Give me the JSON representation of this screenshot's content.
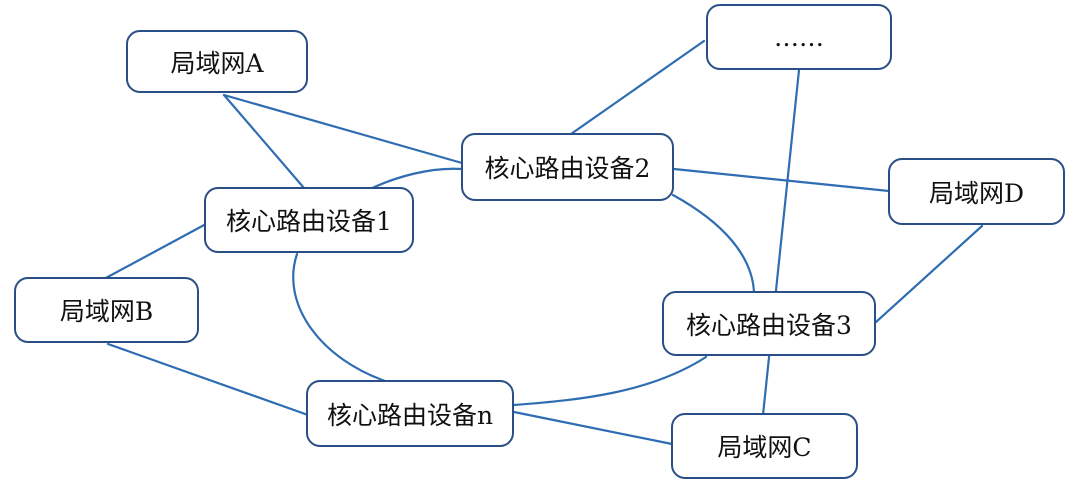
{
  "diagram": {
    "nodes": {
      "lan_a": "局域网A",
      "lan_b": "局域网B",
      "lan_c": "局域网C",
      "lan_d": "局域网D",
      "core_1": "核心路由设备1",
      "core_2": "核心路由设备2",
      "core_3": "核心路由设备3",
      "core_n": "核心路由设备n",
      "more": "……"
    },
    "edges": [
      [
        "lan_a",
        "core_1"
      ],
      [
        "lan_a",
        "core_2"
      ],
      [
        "core_1",
        "core_2"
      ],
      [
        "core_1",
        "lan_b"
      ],
      [
        "core_1",
        "core_n"
      ],
      [
        "lan_b",
        "core_n"
      ],
      [
        "core_2",
        "more"
      ],
      [
        "core_2",
        "lan_d"
      ],
      [
        "core_2",
        "core_3"
      ],
      [
        "more",
        "lan_c"
      ],
      [
        "lan_d",
        "core_3"
      ],
      [
        "core_3",
        "core_n"
      ],
      [
        "core_n",
        "lan_c"
      ]
    ],
    "colors": {
      "line": "#2f6db3",
      "border": "#2a4f86",
      "text": "#111111",
      "background": "#ffffff"
    }
  }
}
